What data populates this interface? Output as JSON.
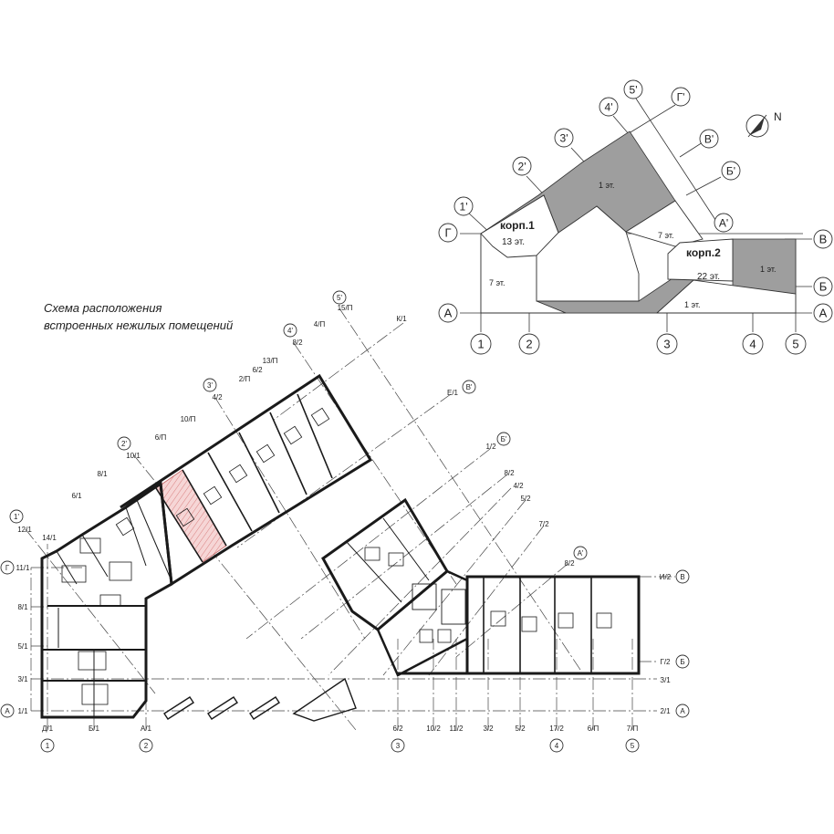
{
  "caption": {
    "line1": "Схема расположения",
    "line2": "встроенных нежилых помещений"
  },
  "key_plan": {
    "north_label": "N",
    "buildings": [
      {
        "name": "корп.1",
        "floors": "13 эт."
      },
      {
        "name": "корп.2",
        "floors": "22 эт."
      }
    ],
    "floor_labels": [
      "1 эт.",
      "7 эт.",
      "7 эт.",
      "1 эт.",
      "1 эт."
    ],
    "grid_bottom": [
      "1",
      "2",
      "3",
      "4",
      "5"
    ],
    "grid_left": [
      "Г",
      "А"
    ],
    "grid_right": [
      "В",
      "Б",
      "А"
    ],
    "grid_rotated_num": [
      "1'",
      "2'",
      "3'",
      "4'",
      "5'"
    ],
    "grid_rotated_let": [
      "Г'",
      "В'",
      "Б'",
      "А'"
    ],
    "colors": {
      "shaded": "#9e9e9e",
      "line": "#333333"
    }
  },
  "plan": {
    "colors": {
      "wall": "#1a1a1a",
      "highlight": "#f2c4c4",
      "hatch": "#d98080",
      "axis": "#444444"
    },
    "left_axes": [
      "Г",
      "А"
    ],
    "left_axis_tags": [
      "11/1",
      "8/1",
      "5/1",
      "3/1",
      "1/1"
    ],
    "bottom_tags_left": [
      "Д/1",
      "Б/1",
      "А/1"
    ],
    "bottom_circles_left": [
      "1",
      "2"
    ],
    "bottom_tags_right": [
      "6/2",
      "10/2",
      "11/2",
      "3/2",
      "5/2",
      "17/2",
      "6/П",
      "7/П"
    ],
    "bottom_circles_right": [
      "3",
      "4",
      "5"
    ],
    "right_tags": [
      "И/2",
      "Г/2",
      "З/1",
      "2/1"
    ],
    "right_circles": [
      "В",
      "Б",
      "А"
    ],
    "wing_circles": [
      "1'",
      "2'",
      "3'",
      "4'",
      "5'"
    ],
    "wing_tags": [
      "12/1",
      "14/1",
      "6/1",
      "8/1",
      "10/1",
      "6/П",
      "10/П",
      "4/2",
      "2/П",
      "6/2",
      "13/П",
      "8/2",
      "4/П",
      "15/П"
    ],
    "wing_letter_circles": [
      "В'",
      "Б'",
      "А'"
    ],
    "wing_letter_tags": [
      "К/1",
      "Е/1",
      "1/2",
      "8/2",
      "4/2",
      "5/2",
      "7/2",
      "8/2"
    ]
  }
}
